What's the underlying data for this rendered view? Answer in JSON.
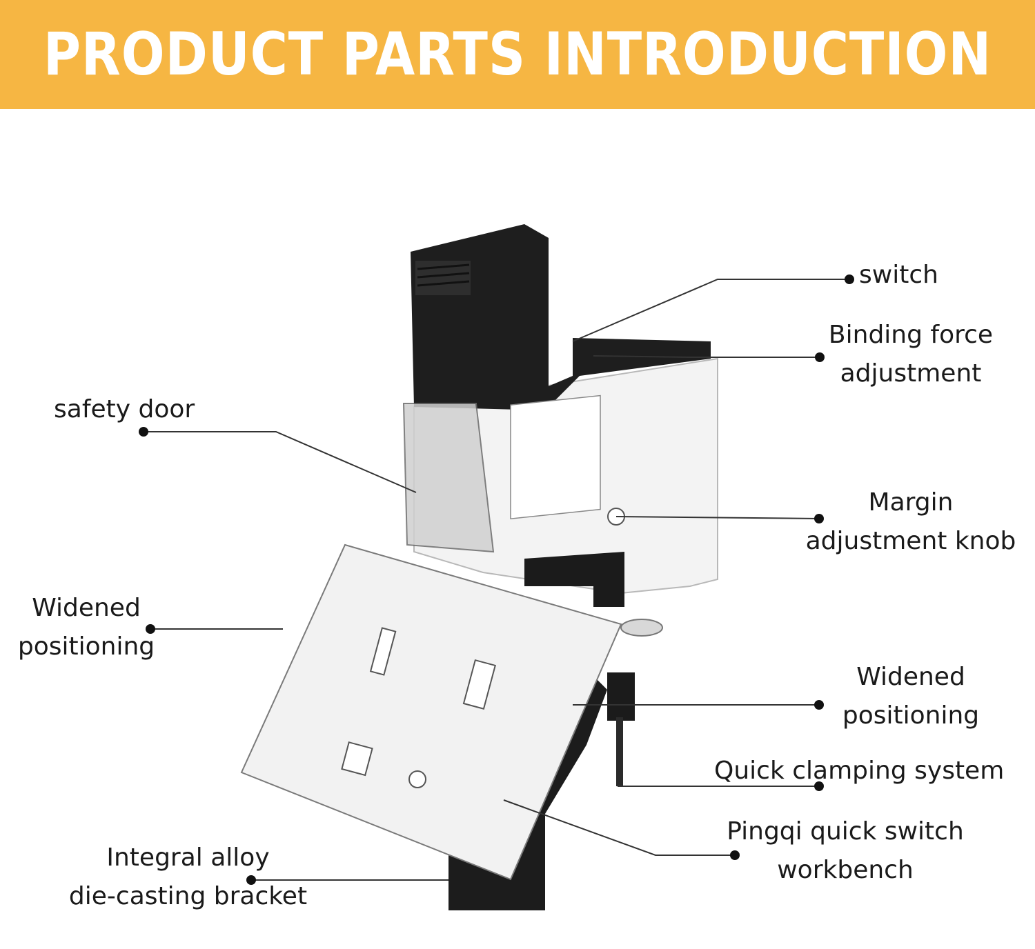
{
  "banner": {
    "title": "PRODUCT PARTS INTRODUCTION",
    "color": "#f6b643"
  },
  "labels": {
    "switch": "switch",
    "binding_force": [
      "Binding force",
      "adjustment"
    ],
    "safety_door": "safety door",
    "margin_knob": [
      "Margin",
      "adjustment knob"
    ],
    "widened_left": [
      "Widened",
      "positioning"
    ],
    "widened_right": [
      "Widened",
      "positioning"
    ],
    "quick_clamping": "Quick clamping system",
    "pingqi": [
      "Pingqi quick switch",
      "workbench"
    ],
    "bracket": [
      "Integral alloy",
      "die-casting bracket"
    ]
  }
}
